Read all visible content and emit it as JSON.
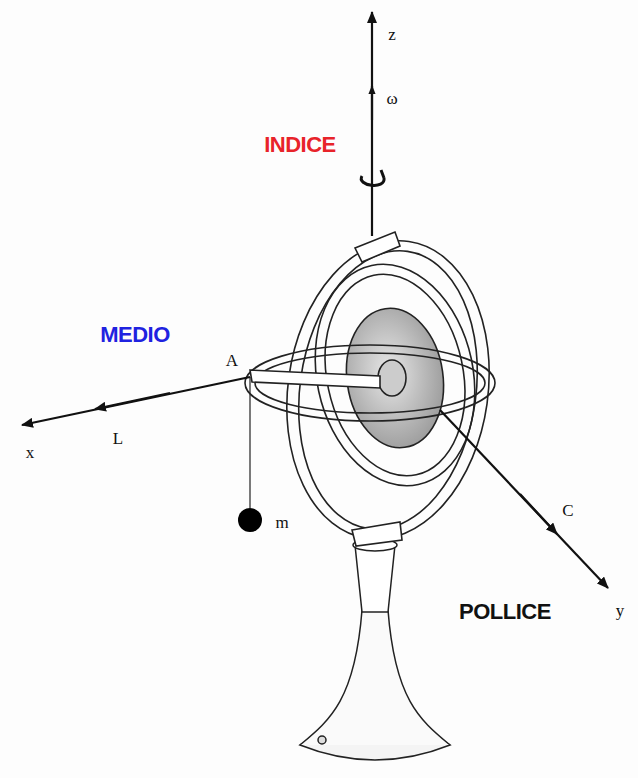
{
  "diagram": {
    "labels": [
      "z",
      "ω",
      "INDICE",
      "MEDIO",
      "A",
      "x",
      "L",
      "C",
      "POLLICE",
      "y",
      "m"
    ]
  }
}
